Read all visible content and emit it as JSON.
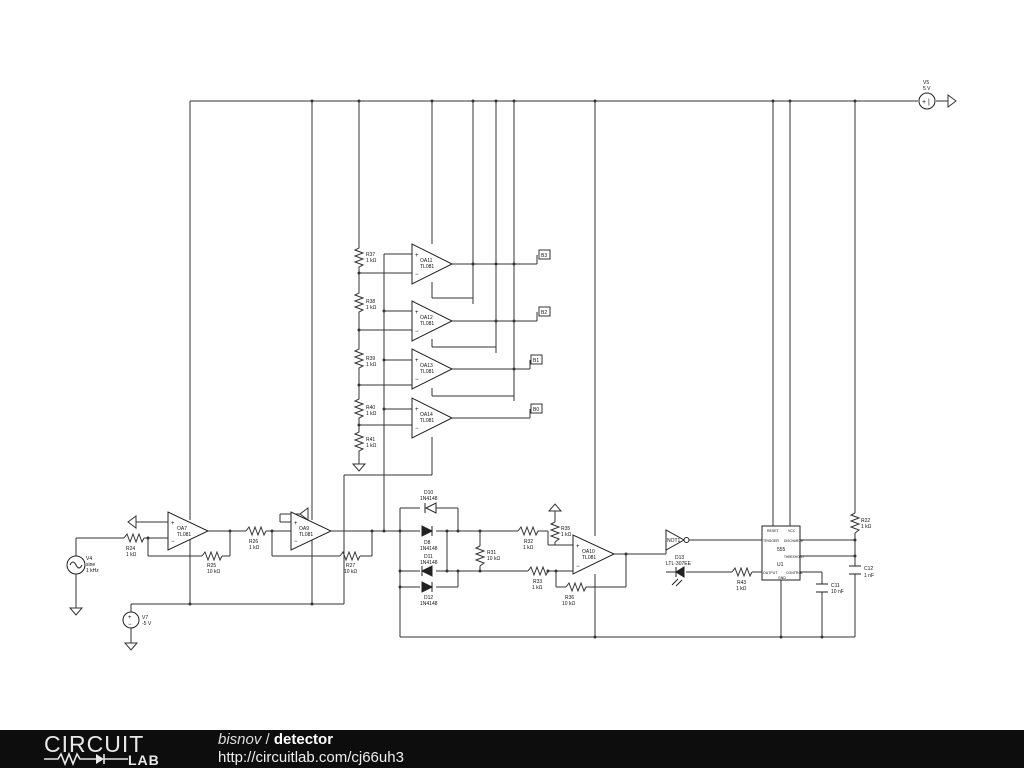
{
  "components": {
    "V5": {
      "ref": "V5",
      "value": "5 V"
    },
    "V4": {
      "ref": "V4",
      "type": "sine",
      "freq": "1 kHz"
    },
    "V7": {
      "ref": "V7",
      "value": "-5 V"
    },
    "R24": {
      "ref": "R24",
      "value": "1 kΩ"
    },
    "R25": {
      "ref": "R25",
      "value": "10 kΩ"
    },
    "R26": {
      "ref": "R26",
      "value": "1 kΩ"
    },
    "R27": {
      "ref": "R27",
      "value": "10 kΩ"
    },
    "R31": {
      "ref": "R31",
      "value": "10 kΩ"
    },
    "R32": {
      "ref": "R32",
      "value": "1 kΩ"
    },
    "R33": {
      "ref": "R33",
      "value": "1 kΩ"
    },
    "R35": {
      "ref": "R35",
      "value": "1 kΩ"
    },
    "R36": {
      "ref": "R36",
      "value": "10 kΩ"
    },
    "R37": {
      "ref": "R37",
      "value": "1 kΩ"
    },
    "R38": {
      "ref": "R38",
      "value": "1 kΩ"
    },
    "R39": {
      "ref": "R39",
      "value": "1 kΩ"
    },
    "R40": {
      "ref": "R40",
      "value": "1 kΩ"
    },
    "R41": {
      "ref": "R41",
      "value": "1 kΩ"
    },
    "R22": {
      "ref": "R22",
      "value": "1 kΩ"
    },
    "R43": {
      "ref": "R43",
      "value": "1 kΩ"
    },
    "C11": {
      "ref": "C11",
      "value": "10 nF"
    },
    "C12": {
      "ref": "C12",
      "value": "1 nF"
    },
    "OA7": {
      "ref": "OA7",
      "part": "TL081"
    },
    "OA9": {
      "ref": "OA9",
      "part": "TL081"
    },
    "OA10": {
      "ref": "OA10",
      "part": "TL081"
    },
    "OA11": {
      "ref": "OA11",
      "part": "TL081"
    },
    "OA12": {
      "ref": "OA12",
      "part": "TL081"
    },
    "OA13": {
      "ref": "OA13",
      "part": "TL081"
    },
    "OA14": {
      "ref": "OA14",
      "part": "TL081"
    },
    "D8": {
      "ref": "D8",
      "part": "1N4148"
    },
    "D10": {
      "ref": "D10",
      "part": "1N4148"
    },
    "D11": {
      "ref": "D11",
      "part": "1N4148"
    },
    "D12": {
      "ref": "D12",
      "part": "1N4148"
    },
    "D13": {
      "ref": "D13",
      "part": "LTL-307EE"
    },
    "NOT1": {
      "ref": "NOT1"
    },
    "U1": {
      "ref": "U1",
      "part": "555",
      "pins": {
        "reset": "RESET",
        "vcc": "VCC",
        "trigger": "TRIGGER",
        "discharge": "DISCHARGE",
        "threshold": "THRESHOLD",
        "output": "OUTPUT",
        "control": "CONTROL",
        "gnd": "GND"
      }
    }
  },
  "outputs": [
    "B3",
    "B2",
    "B1",
    "B0"
  ],
  "footer": {
    "logo_top": "CIRCUIT",
    "logo_bottom": "LAB",
    "user": "bisnov",
    "separator": " / ",
    "project": "detector",
    "url": "http://circuitlab.com/cj66uh3"
  }
}
